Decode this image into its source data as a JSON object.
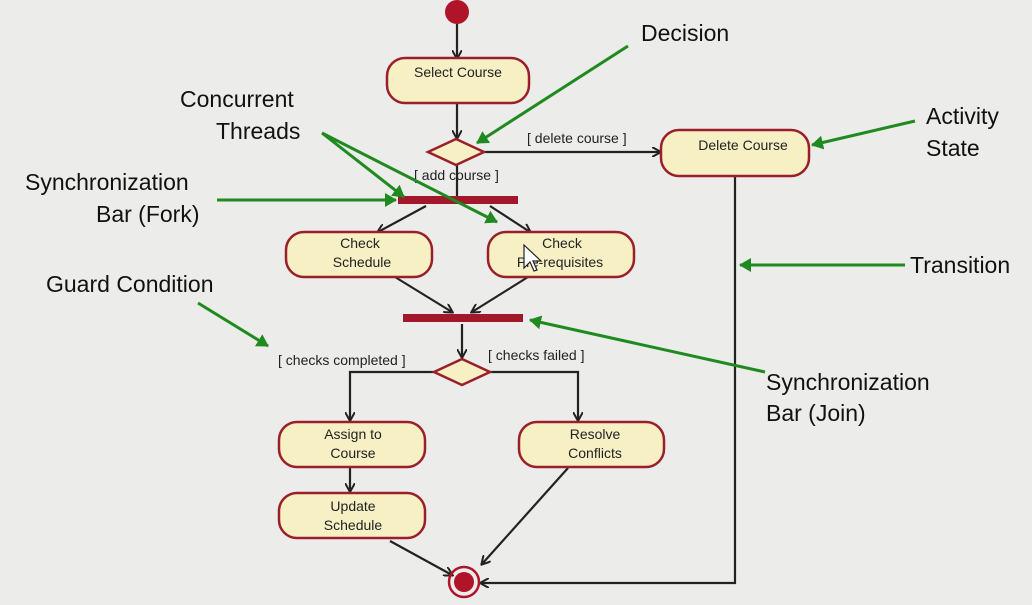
{
  "diagram": {
    "states": {
      "select_course": [
        "Select Course"
      ],
      "delete_course": [
        "Delete Course"
      ],
      "check_schedule": [
        "Check",
        "Schedule"
      ],
      "check_prerequisites": [
        "Check",
        "Pre-requisites"
      ],
      "assign_to_course": [
        "Assign to",
        "Course"
      ],
      "resolve_conflicts": [
        "Resolve",
        "Conflicts"
      ],
      "update_schedule": [
        "Update",
        "Schedule"
      ]
    },
    "guards": {
      "delete_course": "[ delete course ]",
      "add_course": "[ add course ]",
      "checks_completed": "[ checks completed ]",
      "checks_failed": "[ checks failed ]"
    },
    "callouts": {
      "decision": [
        "Decision"
      ],
      "concurrent_threads": [
        "Concurrent",
        "Threads"
      ],
      "activity_state": [
        "Activity",
        "State"
      ],
      "sync_bar_fork": [
        "Synchronization",
        "Bar (Fork)"
      ],
      "transition": [
        "Transition"
      ],
      "guard_condition": [
        "Guard Condition"
      ],
      "sync_bar_join": [
        "Synchronization",
        "Bar (Join)"
      ]
    },
    "colors": {
      "background": "#ececeb",
      "state_fill": "#f6f0c4",
      "state_border": "#9a1f2a",
      "sync_bar": "#a2182a",
      "callout_arrow": "#1f8a1f",
      "flow_arrow": "#222222"
    }
  }
}
